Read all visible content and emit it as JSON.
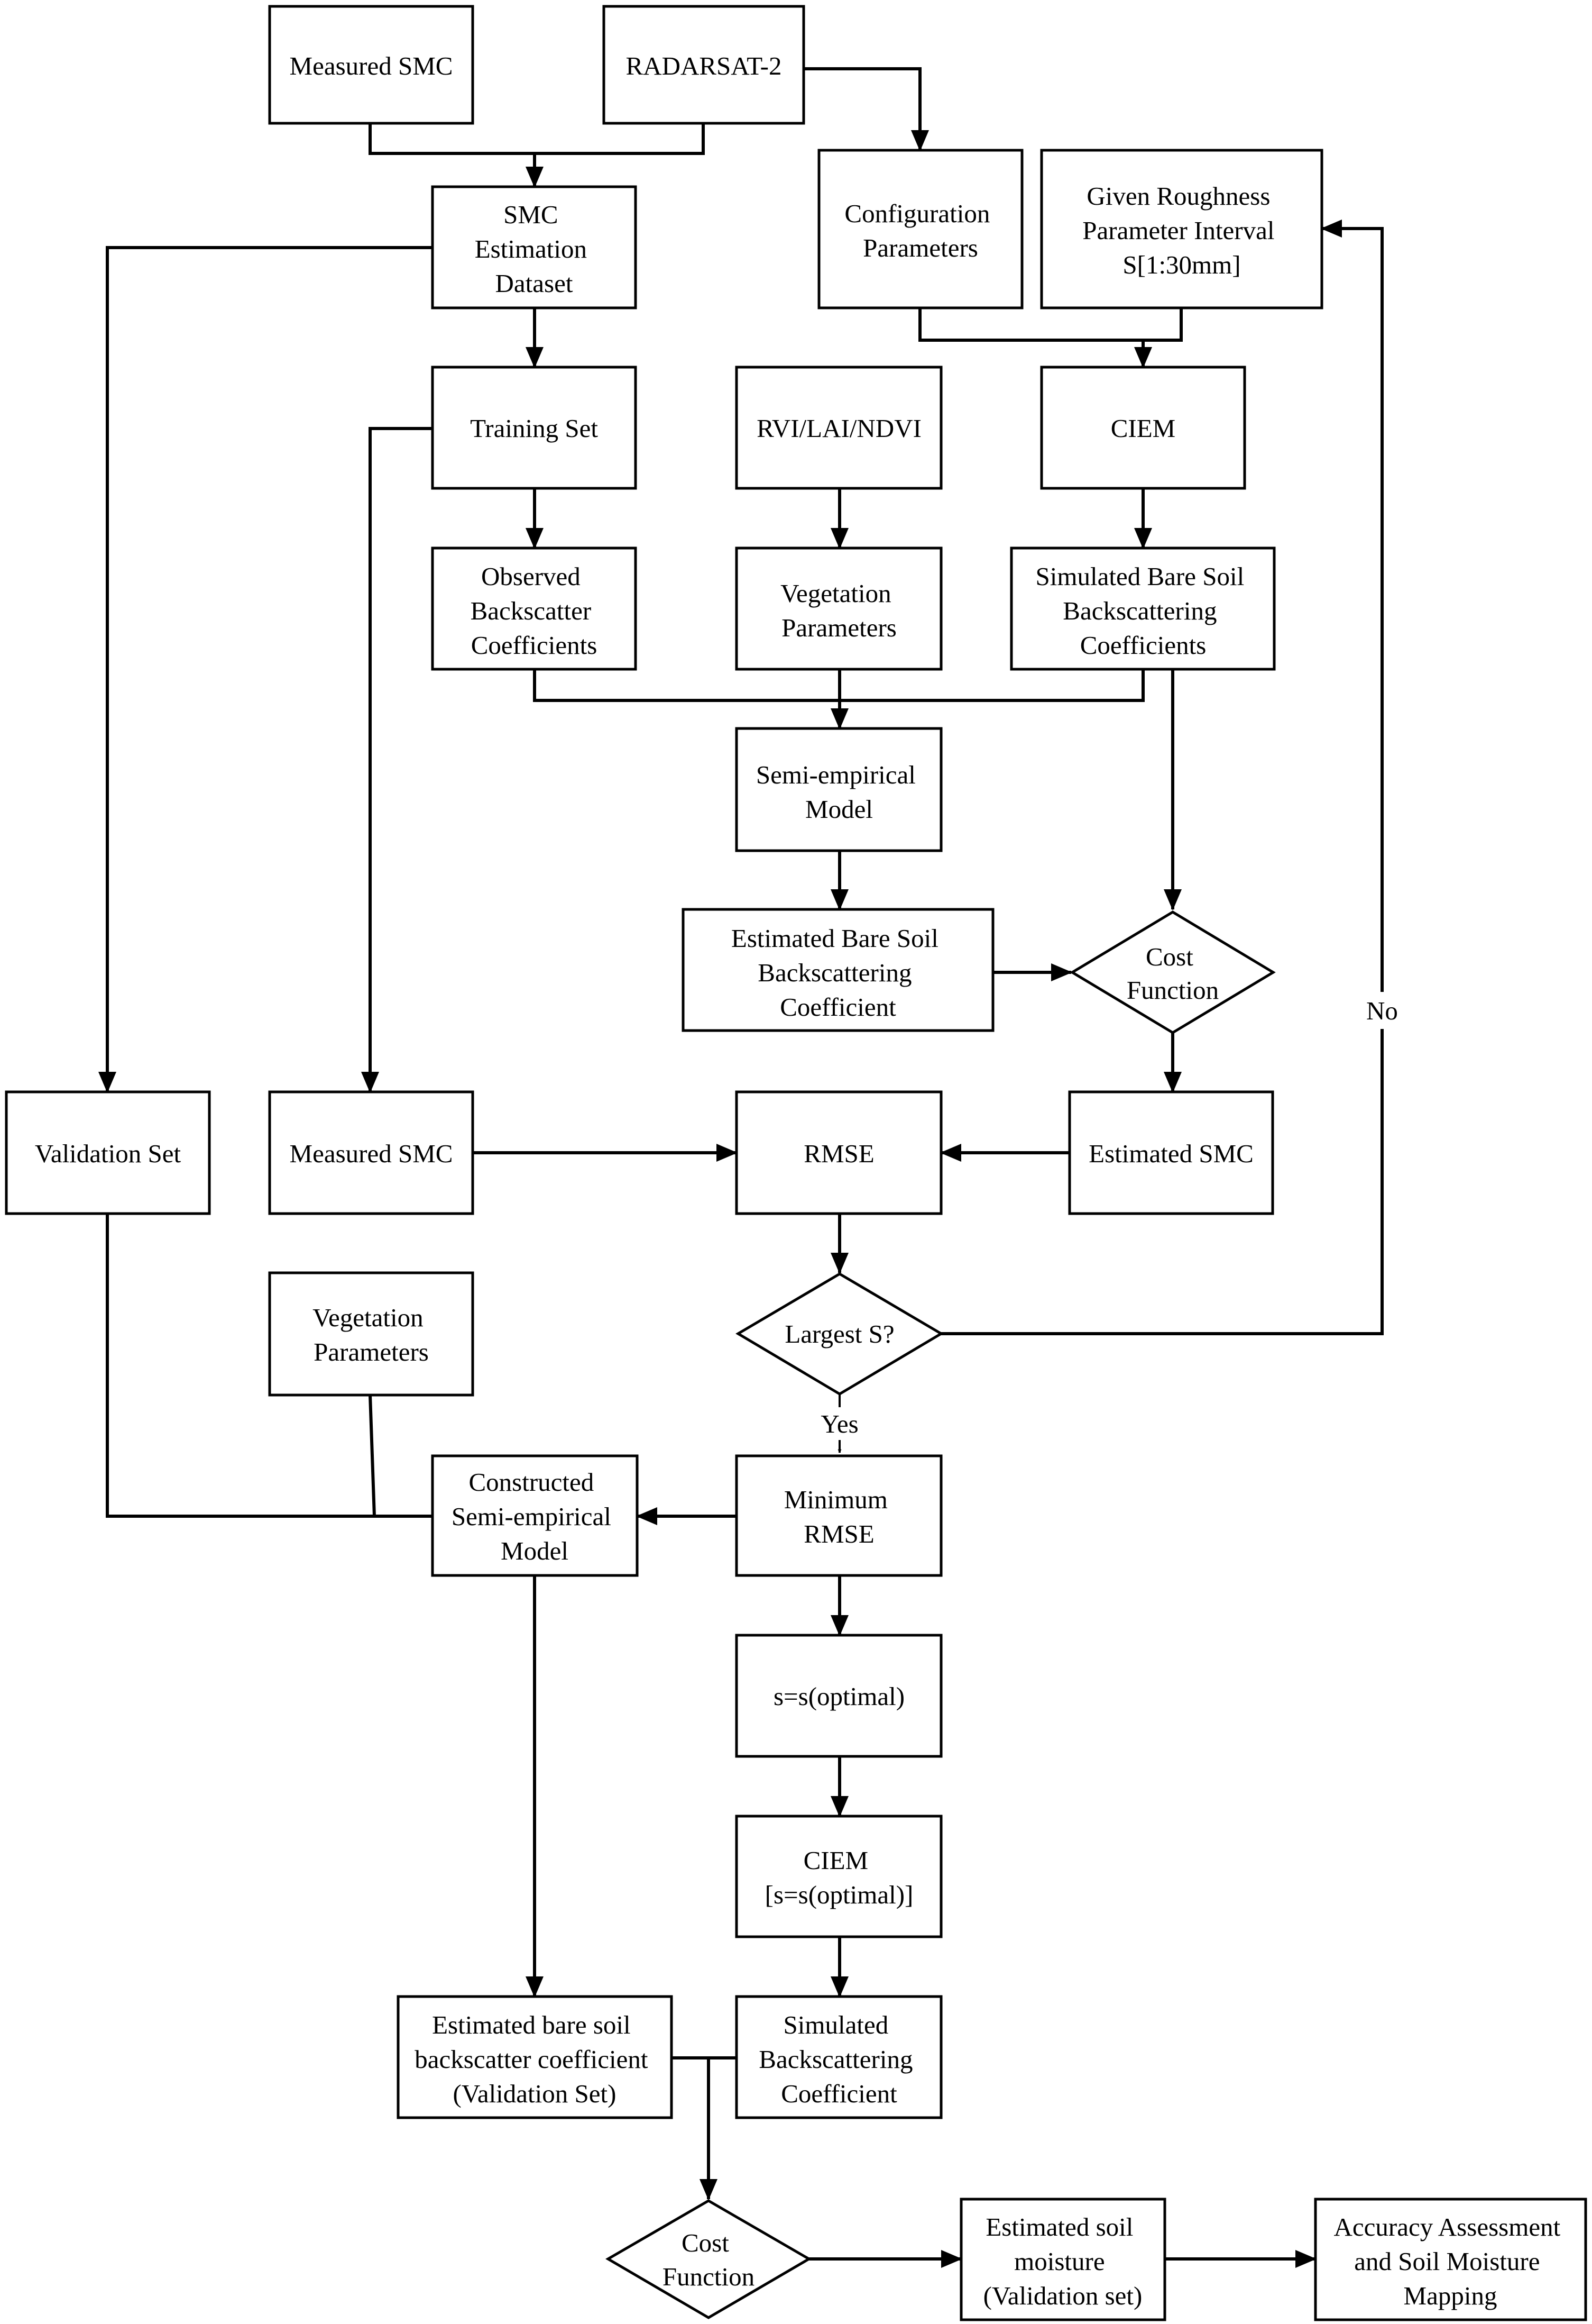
{
  "nodes": {
    "measured_smc_top": [
      "Measured SMC"
    ],
    "radarsat": [
      "RADARSAT-2"
    ],
    "smc_dataset": [
      "SMC",
      "Estimation",
      "Dataset"
    ],
    "config_params": [
      "Configuration",
      "Parameters"
    ],
    "roughness_interval": [
      "Given Roughness",
      "Parameter Interval",
      "S[1:30mm]"
    ],
    "training_set": [
      "Training Set"
    ],
    "rvi_lai_ndvi": [
      "RVI/LAI/NDVI"
    ],
    "ciem_top": [
      "CIEM"
    ],
    "observed_backscatter": [
      "Observed",
      "Backscatter",
      "Coefficients"
    ],
    "vegetation_params_top": [
      "Vegetation",
      "Parameters"
    ],
    "simulated_bare_soil": [
      "Simulated Bare Soil",
      "Backscattering",
      "Coefficients"
    ],
    "semi_empirical_model": [
      "Semi-empirical",
      "Model"
    ],
    "estimated_bare_soil": [
      "Estimated Bare Soil",
      "Backscattering",
      "Coefficient"
    ],
    "cost_function_top": [
      "Cost",
      "Function"
    ],
    "validation_set": [
      "Validation Set"
    ],
    "measured_smc_mid": [
      "Measured SMC"
    ],
    "rmse": [
      "RMSE"
    ],
    "estimated_smc": [
      "Estimated SMC"
    ],
    "largest_s": [
      "Largest S?"
    ],
    "vegetation_params_bottom": [
      "Vegetation",
      "Parameters"
    ],
    "constructed_model": [
      "Constructed",
      "Semi-empirical",
      "Model"
    ],
    "minimum_rmse": [
      "Minimum",
      "RMSE"
    ],
    "s_optimal": [
      "s=s(optimal)"
    ],
    "ciem_optimal": [
      "CIEM",
      "[s=s(optimal)]"
    ],
    "estimated_bare_validation": [
      "Estimated bare soil",
      "backscatter coefficient",
      "(Validation Set)"
    ],
    "simulated_backscattering": [
      "Simulated",
      "Backscattering",
      "Coefficient"
    ],
    "cost_function_bottom": [
      "Cost",
      "Function"
    ],
    "estimated_soil_moisture": [
      "Estimated soil",
      "moisture",
      "(Validation set)"
    ],
    "accuracy_assessment": [
      "Accuracy Assessment",
      "and Soil Moisture",
      "Mapping"
    ]
  },
  "edge_labels": {
    "no": "No",
    "yes": "Yes"
  }
}
